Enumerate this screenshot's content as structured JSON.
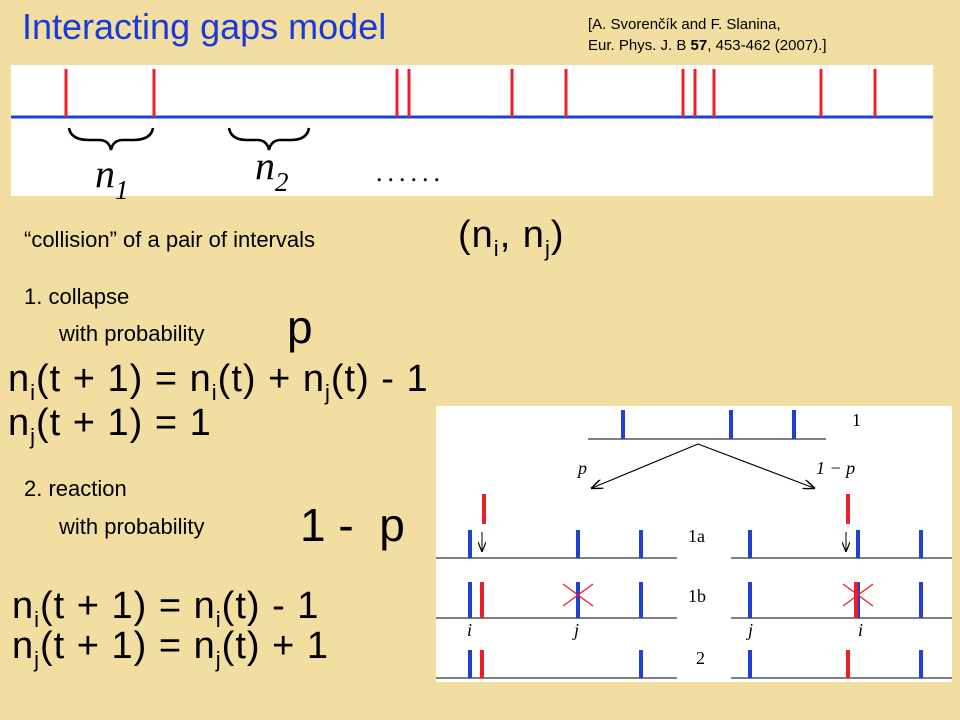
{
  "title": "Interacting gaps model",
  "reference": {
    "line1": "[A. Svorenčík and F. Slanina,",
    "line2_pre": "Eur. Phys. J. B ",
    "line2_vol": "57",
    "line2_post": ", 453-462 (2007).]"
  },
  "top_panel": {
    "n1": "n",
    "n1_sub": "1",
    "n2": "n",
    "n2_sub": "2",
    "dots": "......"
  },
  "collision": {
    "text": "“collision” of a pair of intervals",
    "math": "(n",
    "sub_i": "i",
    "comma": ", n",
    "sub_j": "j",
    "close": ")"
  },
  "case1": {
    "heading": "1. collapse",
    "with_prob": "with probability",
    "prob": "p",
    "eq1": {
      "a": "n",
      "a_sub": "i",
      "b": "(t + 1) = n",
      "b_sub": "i",
      "c": "(t) + n",
      "c_sub": "j",
      "d": "(t) - 1"
    },
    "eq2": {
      "a": "n",
      "a_sub": "j",
      "b": "(t + 1) = 1"
    }
  },
  "case2": {
    "heading": "2. reaction",
    "with_prob": "with probability",
    "prob": "1 -  p",
    "eq1": {
      "a": "n",
      "a_sub": "i",
      "b": "(t + 1) = n",
      "b_sub": "i",
      "c": "(t) - 1"
    },
    "eq2": {
      "a": "n",
      "a_sub": "j",
      "b": "(t + 1) = n",
      "b_sub": "j",
      "c": "(t) + 1"
    }
  },
  "diagram": {
    "label_1": "1",
    "label_p": "p",
    "label_1mp": "1 − p",
    "label_1a": "1a",
    "label_1b": "1b",
    "label_2": "2",
    "left_i": "i",
    "left_j": "j",
    "right_j": "j",
    "right_i": "i"
  },
  "colors": {
    "title": "#1b39d8",
    "red_mark": "#e8202a",
    "blue_line": "#1f3fd6",
    "background": "#f1dea0"
  }
}
